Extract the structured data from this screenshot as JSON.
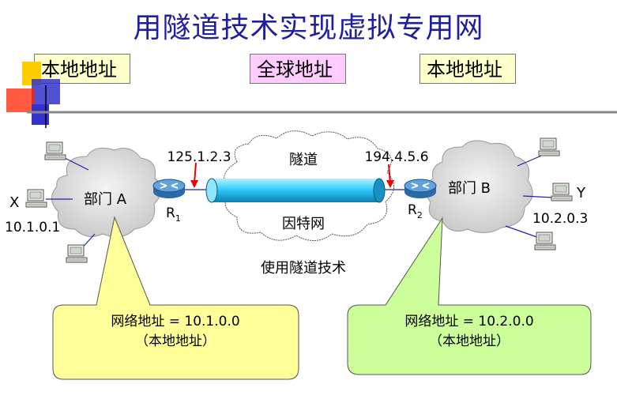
{
  "title": "用隧道技术实现虚拟专用网",
  "tags": {
    "left": "本地地址",
    "center": "全球地址",
    "right": "本地地址"
  },
  "left_site": {
    "dept": "部门 A",
    "host_name": "X",
    "host_addr": "10.1.0.1",
    "router_base": "R",
    "router_sub": "1",
    "router_ip": "125.1.2.3"
  },
  "right_site": {
    "dept": "部门 B",
    "host_name": "Y",
    "host_addr": "10.2.0.3",
    "router_base": "R",
    "router_sub": "2",
    "router_ip": "194.4.5.6"
  },
  "cloud": {
    "tunnel": "隧道",
    "internet": "因特网",
    "caption": "使用隧道技术"
  },
  "callouts": {
    "left": {
      "line1": "网络地址 = 10.1.0.0",
      "line2": "（本地地址）"
    },
    "right": {
      "line1": "网络地址 = 10.2.0.0",
      "line2": "（本地地址）"
    }
  },
  "colors": {
    "title": "#1f1f9e",
    "callout_left": "#ffff99",
    "callout_right": "#ccff99",
    "tunnel": "#33ccff",
    "cloud": "#d8d8d8"
  }
}
